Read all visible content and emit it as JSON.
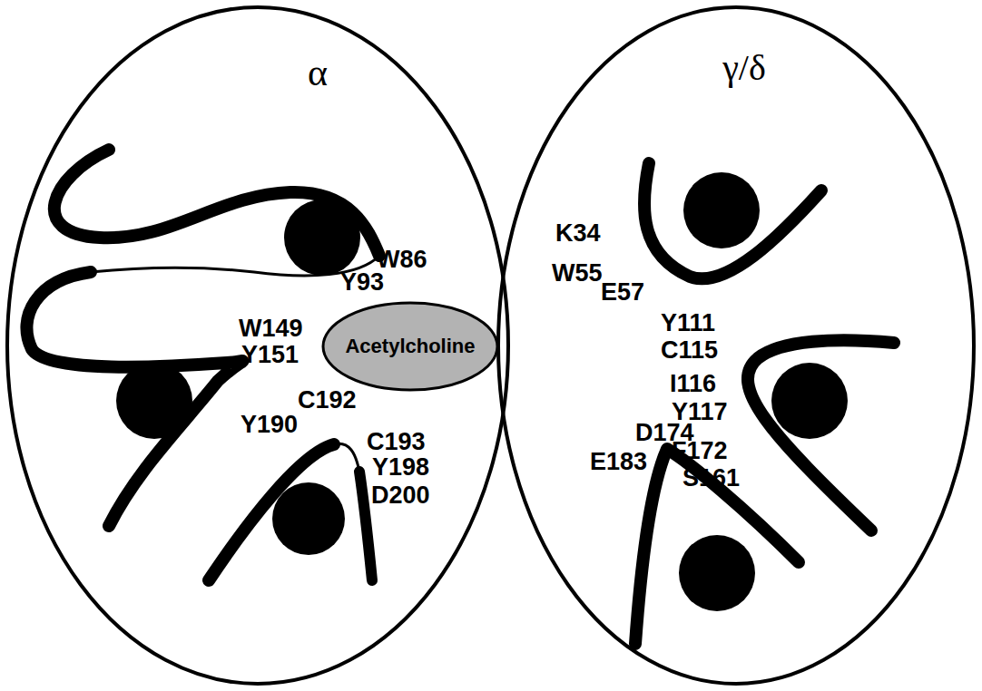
{
  "diagram": {
    "nodes": [
      {
        "text": [
          "α"
        ]
      },
      {
        "text": [
          "γ/δ"
        ]
      },
      {
        "text": [
          "Acetylcholine"
        ]
      }
    ],
    "labels": [
      "W86",
      "Y93",
      "W149",
      "Y151",
      "C192",
      "Y190",
      "C193",
      "Y198",
      "D200",
      "K34",
      "W55",
      "E57",
      "Y111",
      "C115",
      "I116",
      "Y117",
      "D174",
      "F172",
      "E183",
      "S161"
    ]
  }
}
